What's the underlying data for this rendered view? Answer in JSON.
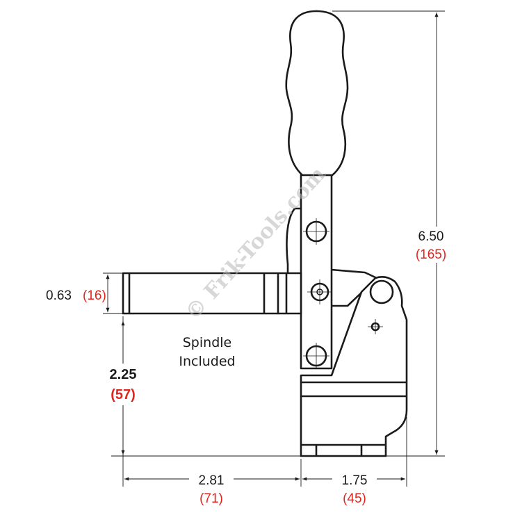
{
  "dimensions": {
    "height_total": {
      "in": "6.50",
      "mm": "(165)"
    },
    "spindle_dia": {
      "in": "0.63",
      "mm": "(16)"
    },
    "spindle_height": {
      "in": "2.25",
      "mm": "(57)"
    },
    "spindle_reach": {
      "in": "2.81",
      "mm": "(71)"
    },
    "base_width": {
      "in": "1.75",
      "mm": "(45)"
    }
  },
  "note": {
    "line1": "Spindle",
    "line2": "Included"
  },
  "watermark": "© Frik-Tools.com",
  "colors": {
    "outline": "#1a1a1a",
    "metric": "#e0261d",
    "watermark": "#b8b8b8"
  }
}
